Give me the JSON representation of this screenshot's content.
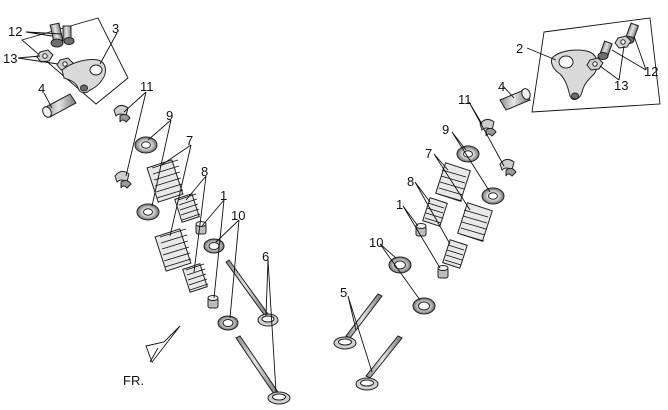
{
  "diagram": {
    "direction_label": "FR.",
    "callouts": {
      "c1": "12",
      "c2": "3",
      "c3": "13",
      "c4": "4",
      "c5": "11",
      "c6": "9",
      "c7": "7",
      "c8": "8",
      "c9": "1",
      "c10": "10",
      "c11": "6",
      "c12": "2",
      "c13": "12",
      "c14": "13",
      "c15": "4",
      "c16": "11",
      "c17": "9",
      "c18": "7",
      "c19": "8",
      "c20": "1",
      "c21": "10",
      "c22": "5"
    }
  },
  "colors": {
    "line": "#111111",
    "part_fill": "#d9d9d9",
    "part_dark": "#6e6e6e",
    "background": "#ffffff"
  }
}
